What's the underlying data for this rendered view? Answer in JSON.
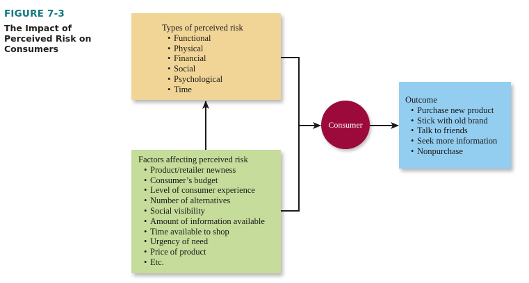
{
  "figure": {
    "label": "FIGURE 7-3",
    "title": "The Impact of Perceived Risk on Consumers"
  },
  "colors": {
    "figure_label": "#127a7f",
    "types_box": "#f1d597",
    "factors_box": "#c5dc9a",
    "outcome_box": "#93cdef",
    "consumer_circle": "#9c0a3c"
  },
  "types_box": {
    "heading": "Types of perceived risk",
    "items": [
      "Functional",
      "Physical",
      "Financial",
      "Social",
      "Psychological",
      "Time"
    ]
  },
  "factors_box": {
    "heading": "Factors affecting perceived risk",
    "items": [
      "Product/retailer newness",
      "Consumer’s budget",
      "Level of consumer experience",
      "Number of alternatives",
      "Social visibility",
      "Amount of information available",
      "Time available to shop",
      "Urgency of need",
      "Price of product",
      "Etc."
    ]
  },
  "consumer": {
    "label": "Consumer"
  },
  "outcome_box": {
    "heading": "Outcome",
    "items": [
      "Purchase new product",
      "Stick with old brand",
      "Talk to friends",
      "Seek more information",
      "Nonpurchase"
    ]
  },
  "connections": [
    {
      "from": "factors_box",
      "to": "types_box"
    },
    {
      "from": "types_box",
      "to": "consumer"
    },
    {
      "from": "factors_box",
      "to": "consumer"
    },
    {
      "from": "consumer",
      "to": "outcome_box"
    }
  ]
}
